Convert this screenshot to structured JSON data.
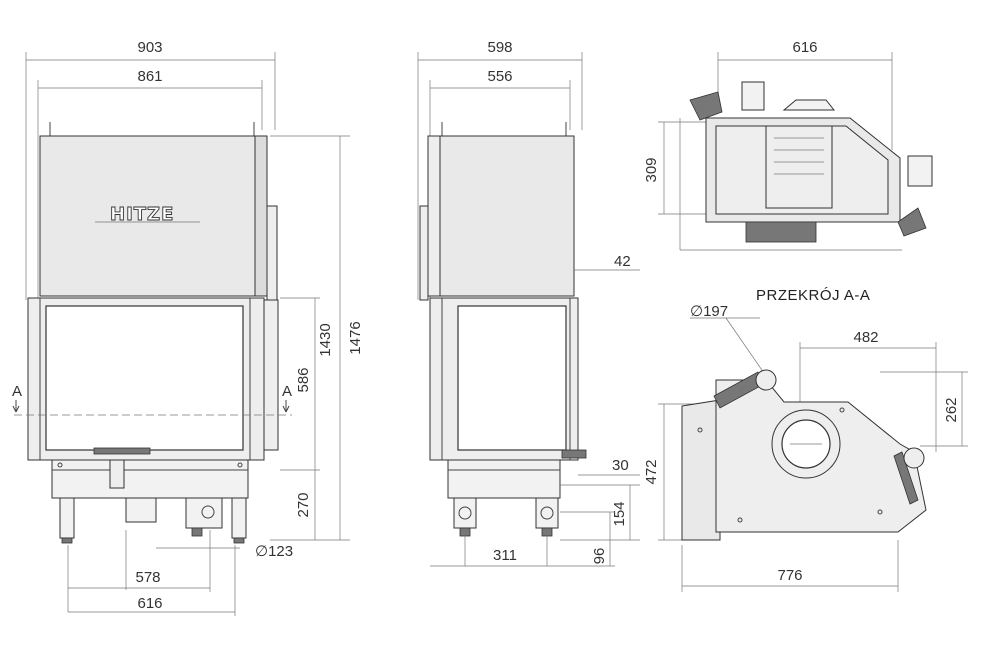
{
  "brand": "HITZE",
  "section_title": "PRZEKRÓJ A-A",
  "front_view": {
    "width_total": "903",
    "width_inner": "861",
    "height_total": "1476",
    "height_door": "1430",
    "door_height": "586",
    "base_height": "270",
    "flue_diameter": "∅123",
    "leg_spacing": "578",
    "base_width": "616",
    "section_marker": "A"
  },
  "side_view": {
    "width_total": "598",
    "width_inner": "556",
    "offset_top": "42",
    "offset_door": "30",
    "base_height": "154",
    "leg_height": "96",
    "leg_spacing": "311"
  },
  "top_view": {
    "width": "616",
    "depth": "309"
  },
  "section_view": {
    "flue_diameter": "∅197",
    "flue_offset": "482",
    "flue_depth": "262",
    "depth": "472",
    "width": "776"
  }
}
